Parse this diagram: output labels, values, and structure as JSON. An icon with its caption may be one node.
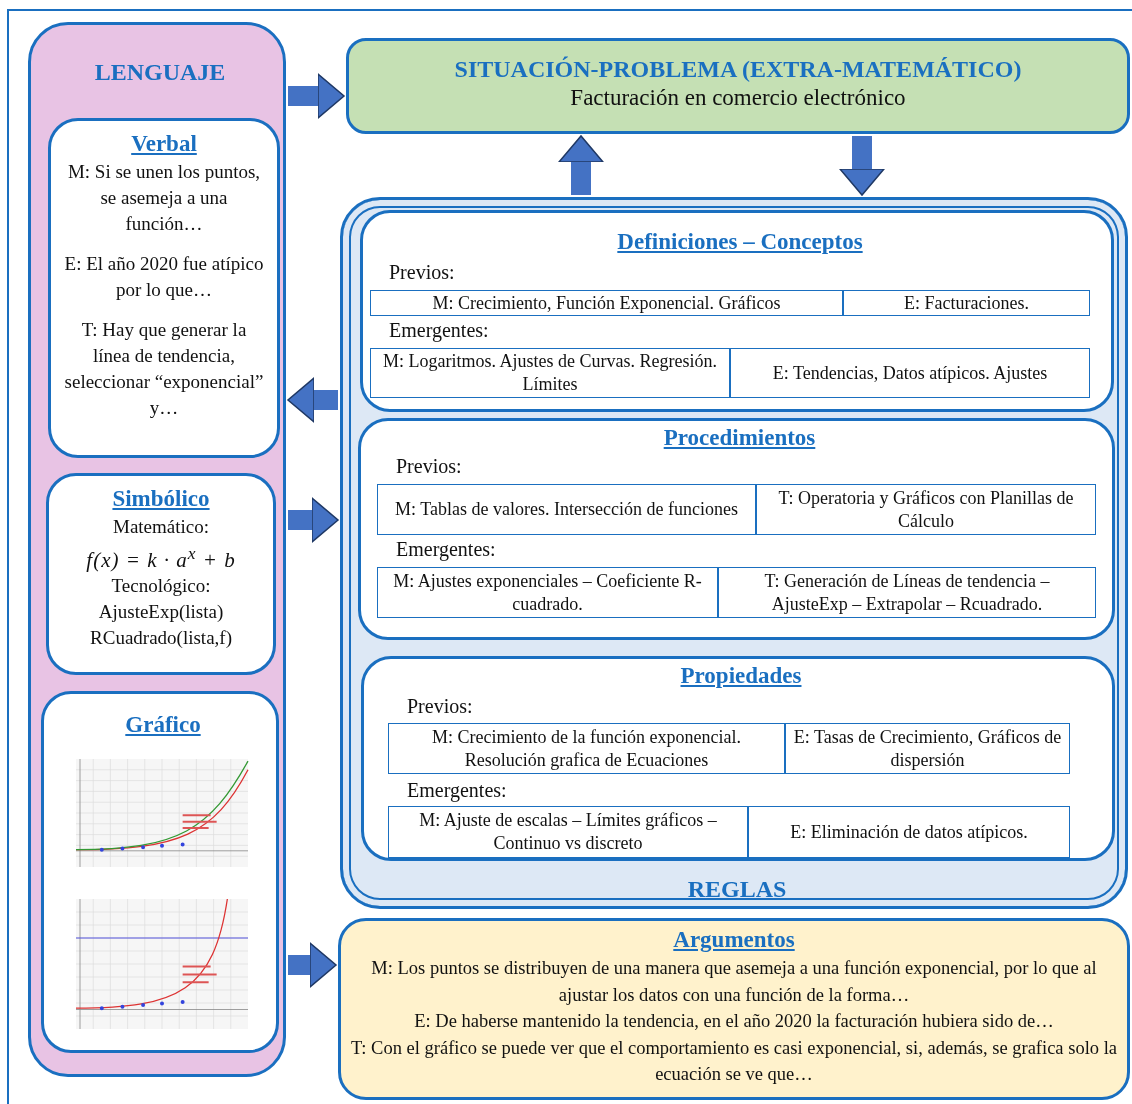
{
  "diagram": {
    "nodes": [
      {
        "text": [
          "LENGUAJE"
        ]
      },
      {
        "text": [
          "Verbal",
          "M: Si se unen los puntos, se asemeja a una función…",
          "E: El año 2020 fue atípico por lo que…",
          "T: Hay que generar la línea de tendencia, seleccionar “exponencial” y…"
        ],
        "in": 0
      },
      {
        "text": [
          "Simbólico",
          "Matemático:",
          "f(x) = k · a$^{x}$ + b",
          "Tecnológico:",
          "AjusteExp(lista)",
          "RCuadrado(lista,f)"
        ],
        "in": 0
      },
      {
        "text": [
          "Gráfico"
        ],
        "in": 0
      },
      {
        "text": [
          "SITUACIÓN-PROBLEMA (EXTRA-MATEMÁTICO)",
          "Facturación en comercio electrónico"
        ]
      },
      {
        "text": [
          "REGLAS"
        ]
      },
      {
        "text": [
          "Definiciones – Conceptos",
          "Previos:",
          "Emergentes:"
        ],
        "in": 5
      },
      {
        "text": [
          "M: Crecimiento, Función Exponencial. Gráficos"
        ],
        "in": 6
      },
      {
        "text": [
          "E: Facturaciones."
        ],
        "in": 6
      },
      {
        "text": [
          "M: Logaritmos. Ajustes de Curvas. Regresión. Límites"
        ],
        "in": 6
      },
      {
        "text": [
          "E: Tendencias, Datos atípicos. Ajustes"
        ],
        "in": 6
      },
      {
        "text": [
          "Procedimientos",
          "Previos:",
          "Emergentes:"
        ],
        "in": 5
      },
      {
        "text": [
          "M: Tablas de valores. Intersección de funciones"
        ],
        "in": 11
      },
      {
        "text": [
          "T: Operatoria y Gráficos con Planillas de Cálculo"
        ],
        "in": 11
      },
      {
        "text": [
          "M: Ajustes exponenciales – Coeficiente R-cuadrado."
        ],
        "in": 11
      },
      {
        "text": [
          "T: Generación de Líneas de tendencia – AjusteExp – Extrapolar – Rcuadrado."
        ],
        "in": 11
      },
      {
        "text": [
          "Propiedades",
          "Previos:",
          "Emergentes:"
        ],
        "in": 5
      },
      {
        "text": [
          "M: Crecimiento de la función exponencial. Resolución grafica de Ecuaciones"
        ],
        "in": 16
      },
      {
        "text": [
          "E: Tasas de Crecimiento, Gráficos de dispersión"
        ],
        "in": 16
      },
      {
        "text": [
          "M: Ajuste de escalas – Límites gráficos – Continuo vs discreto"
        ],
        "in": 16
      },
      {
        "text": [
          "E: Eliminación de datos atípicos."
        ],
        "in": 16
      },
      {
        "text": [
          "Argumentos",
          "M: Los puntos se distribuyen de una manera que asemeja a una función exponencial, por lo que al ajustar los datos con una función de la forma…",
          "E: De haberse mantenido la tendencia, en el año 2020 la facturación hubiera sido de…",
          "T: Con el gráfico se puede ver que el comportamiento es casi exponencial, si, además, se grafica solo la ecuación se ve que…"
        ]
      }
    ],
    "edges": [
      {
        "from": 0,
        "to": 4,
        "arrow": "to"
      },
      {
        "from": 5,
        "to": 4,
        "arrow": "to"
      },
      {
        "from": 4,
        "to": 5,
        "arrow": "to"
      },
      {
        "from": 5,
        "to": 0,
        "arrow": "to"
      },
      {
        "from": 0,
        "to": 5,
        "arrow": "to"
      },
      {
        "from": 0,
        "to": 21,
        "arrow": "to"
      }
    ]
  }
}
